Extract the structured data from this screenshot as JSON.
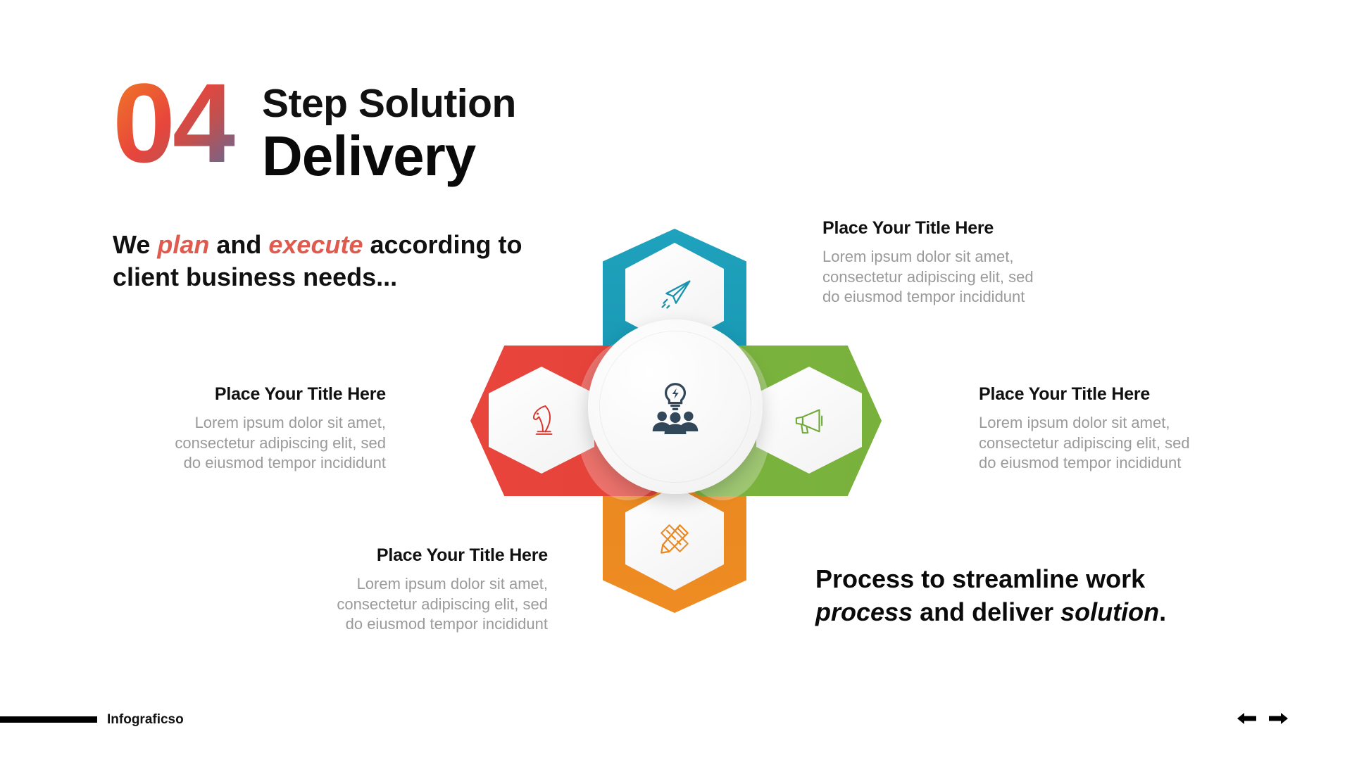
{
  "header": {
    "step_number": "04",
    "title_line1": "Step Solution",
    "title_line2": "Delivery"
  },
  "tagline": {
    "part1": "We ",
    "em1": "plan",
    "part2": " and ",
    "em2": "execute",
    "part3": " according to client business needs..."
  },
  "statement": {
    "part1": "Process to streamline work ",
    "it1": "process",
    "part2": " and deliver ",
    "it2": "solution",
    "part3": "."
  },
  "blocks": {
    "top_right": {
      "title": "Place Your Title Here",
      "body": "Lorem ipsum dolor sit amet, consectetur adipiscing elit, sed do eiusmod tempor incididunt"
    },
    "right": {
      "title": "Place Your Title Here",
      "body": "Lorem ipsum dolor sit amet, consectetur adipiscing elit, sed do eiusmod tempor incididunt"
    },
    "left": {
      "title": "Place Your Title Here",
      "body": "Lorem ipsum dolor sit amet, consectetur adipiscing elit, sed do eiusmod tempor incididunt"
    },
    "bottom_left": {
      "title": "Place Your Title Here",
      "body": "Lorem ipsum dolor sit amet, consectetur adipiscing elit, sed do eiusmod tempor incididunt"
    }
  },
  "graphic": {
    "petals": [
      {
        "position": "top",
        "icon": "paper-plane-icon",
        "color": "#1FA2BD"
      },
      {
        "position": "right",
        "icon": "megaphone-icon",
        "color": "#7CB33F"
      },
      {
        "position": "bottom",
        "icon": "pencil-ruler-icon",
        "color": "#EE8C23"
      },
      {
        "position": "left",
        "icon": "chess-knight-icon",
        "color": "#E8453C"
      }
    ],
    "center": {
      "icon": "team-idea-icon",
      "color": "#33475B"
    }
  },
  "footer": {
    "label": "Infograficso",
    "prev_icon": "arrow-left-icon",
    "next_icon": "arrow-right-icon"
  },
  "colors": {
    "teal": "#1FA2BD",
    "green": "#7CB33F",
    "orange": "#EE8C23",
    "red": "#E8453C",
    "navy": "#33475B",
    "accent_red": "#E05B4E",
    "body_gray": "#9a9a9a"
  }
}
